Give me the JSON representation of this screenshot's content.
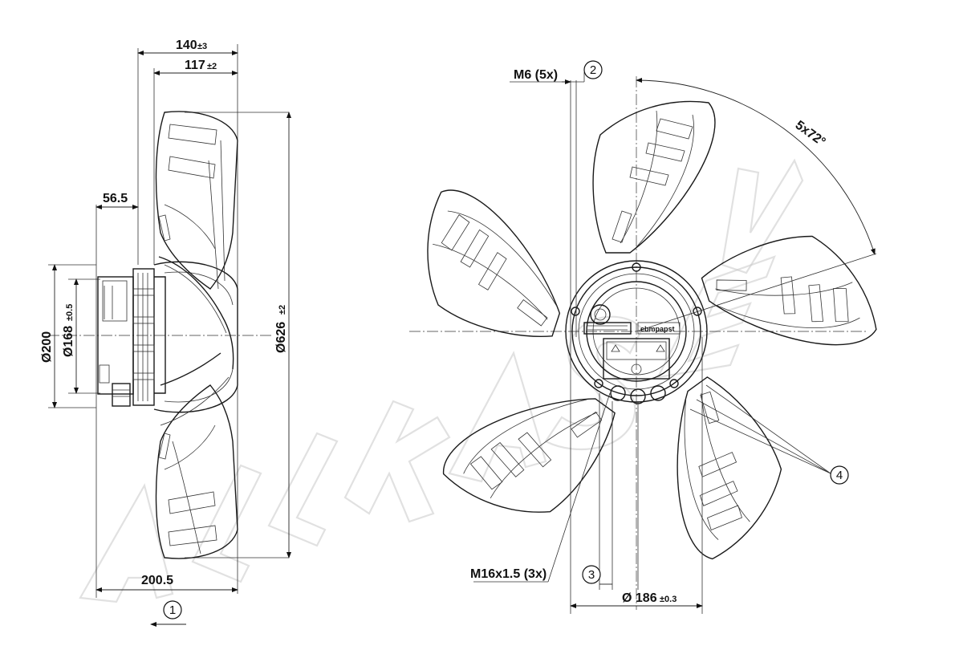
{
  "watermark": {
    "text": "ALLKAESA"
  },
  "side_view": {
    "dim_140": "140",
    "tol_140": "±3",
    "dim_117": "117",
    "tol_117": "±2",
    "dim_56_5": "56.5",
    "dim_200_5": "200.5",
    "dim_d200": "Ø200",
    "dim_d168": "Ø168",
    "tol_d168": "±0.5",
    "dim_d626": "Ø626",
    "tol_d626": "±2",
    "callout_1": "1"
  },
  "front_view": {
    "m6": "M6 (5x)",
    "callout_2": "2",
    "angle": "5x72°",
    "m16": "M16x1.5 (3x)",
    "callout_3": "3",
    "dim_d186": "Ø 186",
    "tol_d186": "±0.3",
    "callout_4": "4",
    "brand_label": "ebmpapst"
  }
}
